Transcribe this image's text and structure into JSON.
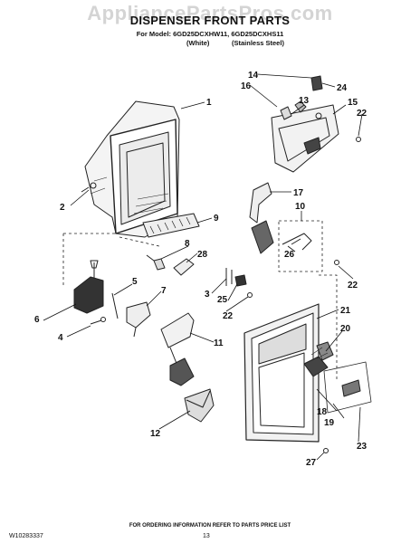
{
  "watermark": "AppliancePartsPros.com",
  "header": {
    "title": "DISPENSER FRONT PARTS",
    "model_line": "For Model: 6GD25DCXHW11, 6GD25DCXHS11",
    "finish_white": "(White)",
    "finish_stainless": "(Stainless Steel)"
  },
  "callouts": [
    {
      "id": "c1",
      "text": "1"
    },
    {
      "id": "c2",
      "text": "2"
    },
    {
      "id": "c3",
      "text": "3"
    },
    {
      "id": "c4",
      "text": "4"
    },
    {
      "id": "c5",
      "text": "5"
    },
    {
      "id": "c6",
      "text": "6"
    },
    {
      "id": "c7",
      "text": "7"
    },
    {
      "id": "c8",
      "text": "8"
    },
    {
      "id": "c9",
      "text": "9"
    },
    {
      "id": "c10",
      "text": "10"
    },
    {
      "id": "c11",
      "text": "11"
    },
    {
      "id": "c12",
      "text": "12"
    },
    {
      "id": "c13",
      "text": "13"
    },
    {
      "id": "c14",
      "text": "14"
    },
    {
      "id": "c15",
      "text": "15"
    },
    {
      "id": "c16",
      "text": "16"
    },
    {
      "id": "c17",
      "text": "17"
    },
    {
      "id": "c18",
      "text": "18"
    },
    {
      "id": "c19",
      "text": "19"
    },
    {
      "id": "c20",
      "text": "20"
    },
    {
      "id": "c21",
      "text": "21"
    },
    {
      "id": "c22a",
      "text": "22"
    },
    {
      "id": "c22b",
      "text": "22"
    },
    {
      "id": "c22c",
      "text": "22"
    },
    {
      "id": "c23",
      "text": "23"
    },
    {
      "id": "c24",
      "text": "24"
    },
    {
      "id": "c25",
      "text": "25"
    },
    {
      "id": "c26",
      "text": "26"
    },
    {
      "id": "c27",
      "text": "27"
    },
    {
      "id": "c28",
      "text": "28"
    }
  ],
  "footer": {
    "note": "FOR ORDERING INFORMATION REFER TO PARTS PRICE LIST",
    "doc_number": "W10283337",
    "page_number": "13"
  }
}
